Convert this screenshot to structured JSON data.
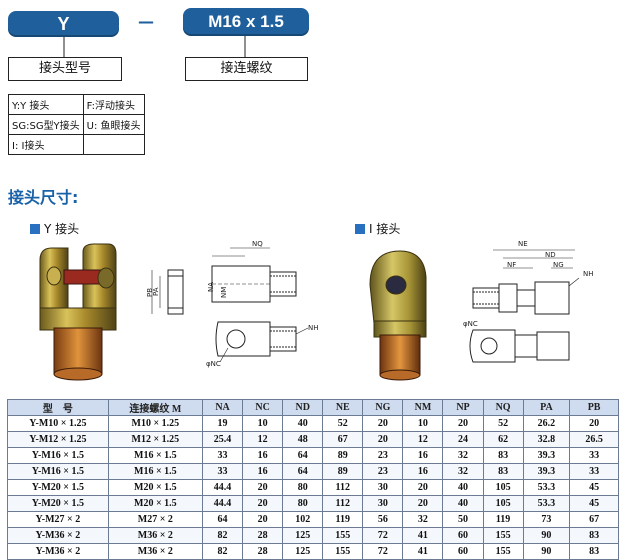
{
  "top": {
    "type_code": "Y",
    "dash": "—",
    "thread_code": "M16 x 1.5",
    "type_label": "接头型号",
    "thread_label": "接连螺纹"
  },
  "legend": [
    [
      "Y:Y 接头",
      "F:浮动接头"
    ],
    [
      "SG:SG型Y接头",
      "U: 鱼眼接头"
    ],
    [
      "I: I接头",
      ""
    ]
  ],
  "section_title": "接头尺寸:",
  "y_title": "Y 接头",
  "i_title": "I 接头",
  "y_dims": {
    "nq": "NQ",
    "na": "NA",
    "pb": "PB",
    "pa": "PA",
    "nm": "NM",
    "nh": "NH",
    "nc": "φNC"
  },
  "i_dims": {
    "ne": "NE",
    "nd": "ND",
    "nf": "NF",
    "ng": "NG",
    "nh": "NH",
    "nc": "φNC"
  },
  "table": {
    "headers": [
      "型　号",
      "连接螺纹 M",
      "NA",
      "NC",
      "ND",
      "NE",
      "NG",
      "NM",
      "NP",
      "NQ",
      "PA",
      "PB"
    ],
    "rows": [
      [
        "Y-M10 × 1.25",
        "M10 × 1.25",
        "19",
        "10",
        "40",
        "52",
        "20",
        "10",
        "20",
        "52",
        "26.2",
        "20"
      ],
      [
        "Y-M12 × 1.25",
        "M12 × 1.25",
        "25.4",
        "12",
        "48",
        "67",
        "20",
        "12",
        "24",
        "62",
        "32.8",
        "26.5"
      ],
      [
        "Y-M16 × 1.5",
        "M16 × 1.5",
        "33",
        "16",
        "64",
        "89",
        "23",
        "16",
        "32",
        "83",
        "39.3",
        "33"
      ],
      [
        "Y-M16 × 1.5",
        "M16 × 1.5",
        "33",
        "16",
        "64",
        "89",
        "23",
        "16",
        "32",
        "83",
        "39.3",
        "33"
      ],
      [
        "Y-M20 × 1.5",
        "M20 × 1.5",
        "44.4",
        "20",
        "80",
        "112",
        "30",
        "20",
        "40",
        "105",
        "53.3",
        "45"
      ],
      [
        "Y-M20 × 1.5",
        "M20 × 1.5",
        "44.4",
        "20",
        "80",
        "112",
        "30",
        "20",
        "40",
        "105",
        "53.3",
        "45"
      ],
      [
        "Y-M27 × 2",
        "M27 × 2",
        "64",
        "20",
        "102",
        "119",
        "56",
        "32",
        "50",
        "119",
        "73",
        "67"
      ],
      [
        "Y-M36 × 2",
        "M36 × 2",
        "82",
        "28",
        "125",
        "155",
        "72",
        "41",
        "60",
        "155",
        "90",
        "83"
      ],
      [
        "Y-M36 × 2",
        "M36 × 2",
        "82",
        "28",
        "125",
        "155",
        "72",
        "41",
        "60",
        "155",
        "90",
        "83"
      ]
    ]
  }
}
